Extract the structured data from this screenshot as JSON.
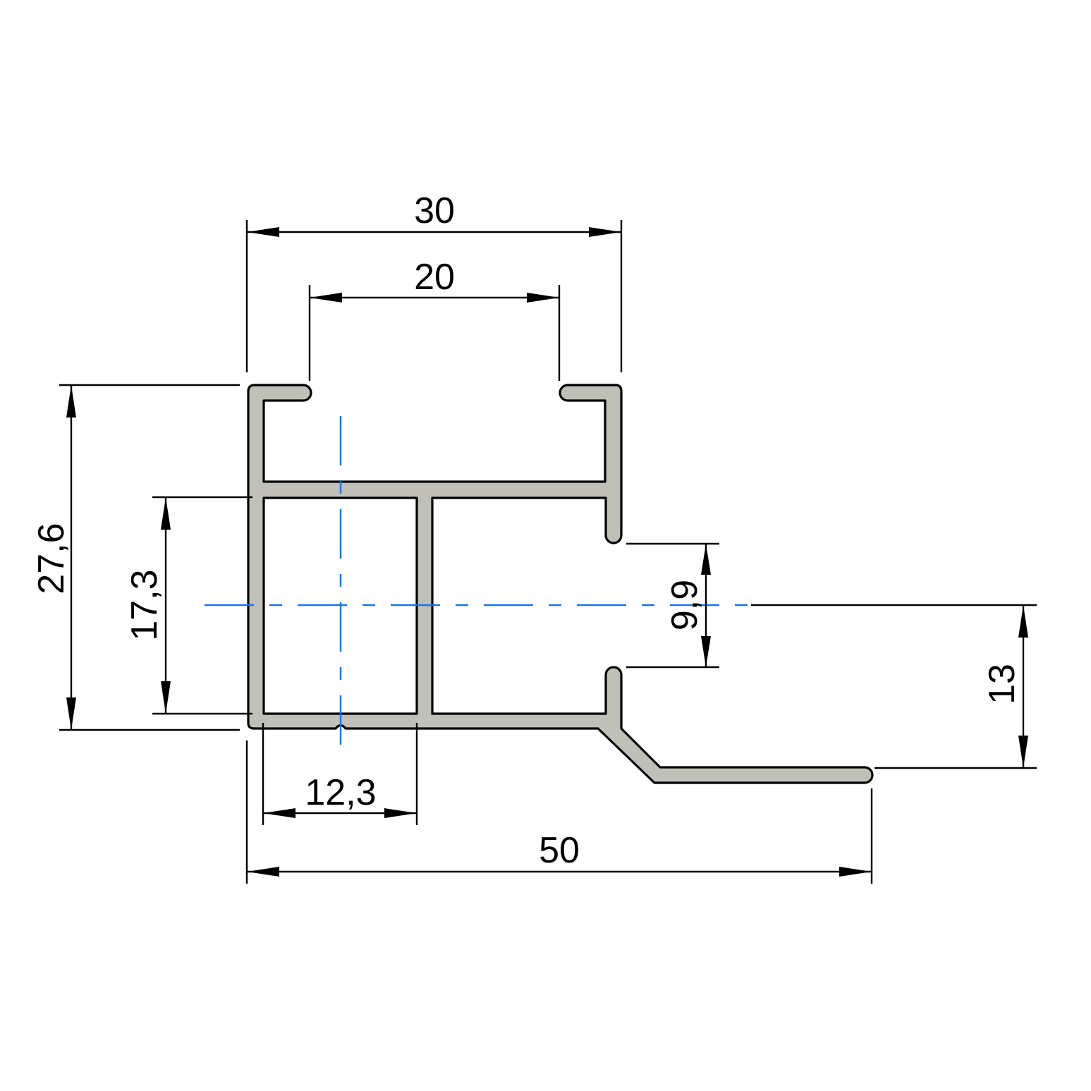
{
  "colors": {
    "profile_fill": "#c0c0b8",
    "outline": "#000000",
    "centerline": "#1a73e8",
    "background": "#ffffff"
  },
  "dimensions": {
    "overall_top_width": "30",
    "top_opening": "20",
    "overall_height": "27,6",
    "inner_height": "17,3",
    "side_opening": "9,9",
    "flange_offset": "13",
    "chamber_width": "12,3",
    "overall_width": "50"
  }
}
